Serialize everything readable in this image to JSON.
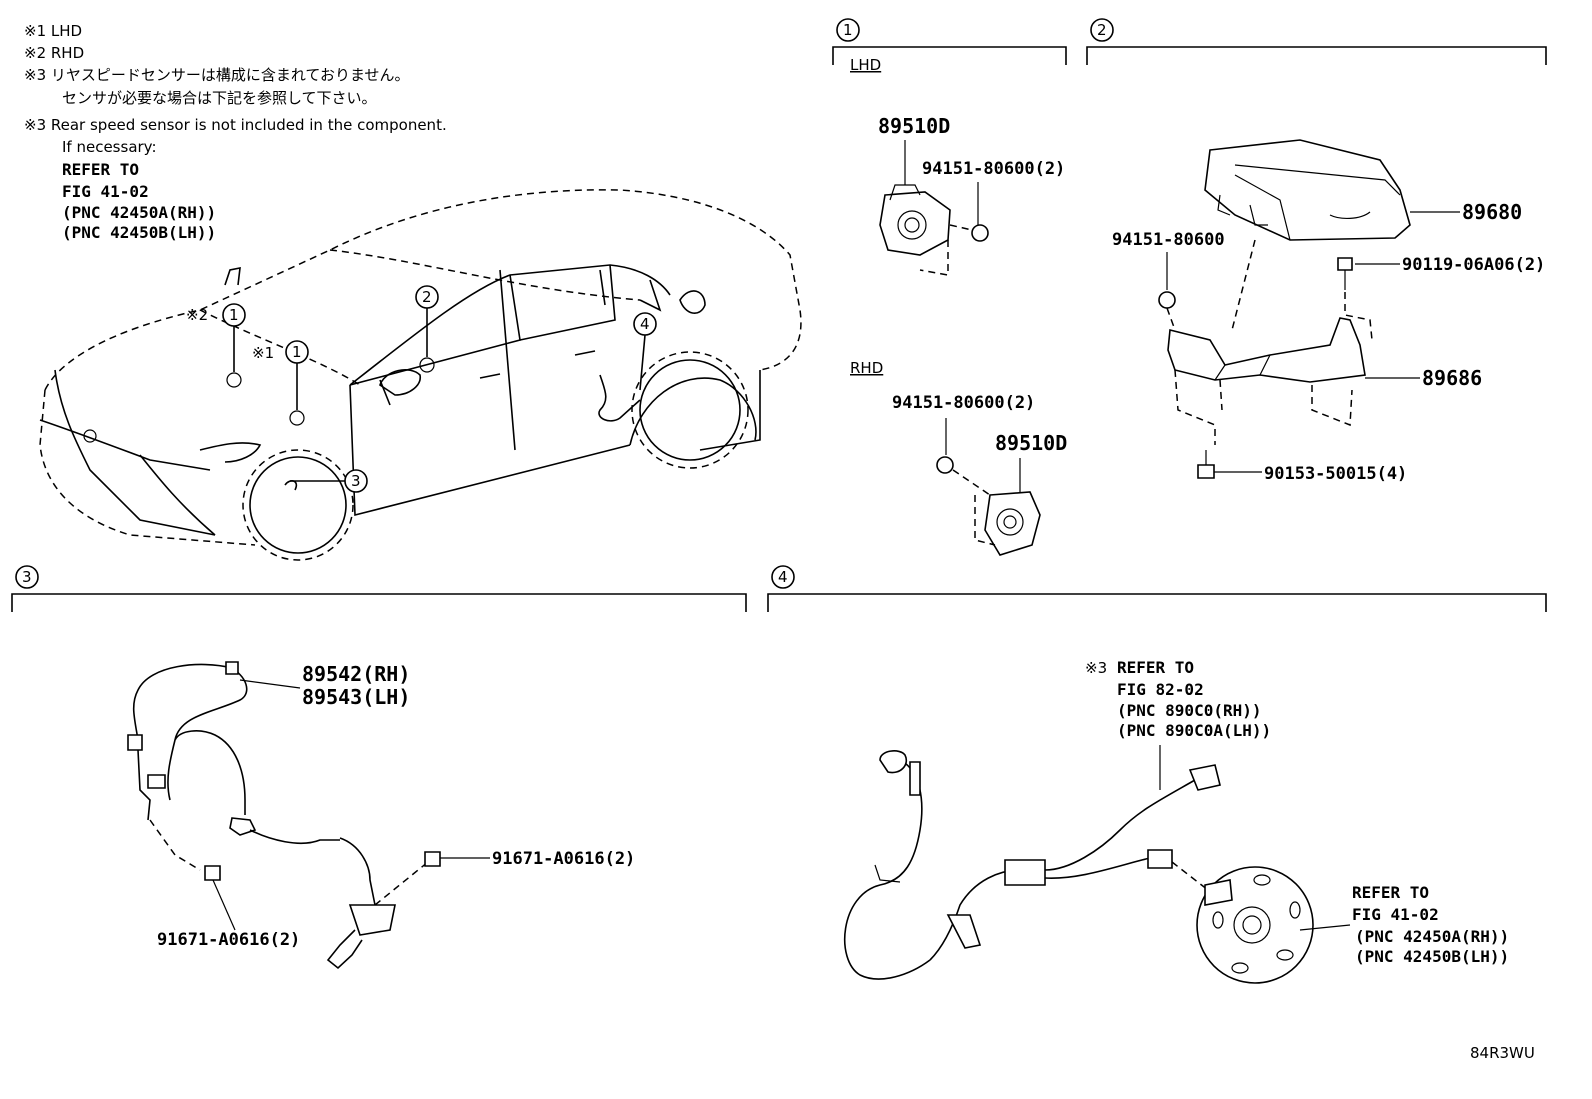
{
  "notes": {
    "n1": "※1 LHD",
    "n2": "※2 RHD",
    "n3_jp": "※3 リヤスピードセンサーは構成に含まれておりません。",
    "n3_jp2": "センサが必要な場合は下記を参照して下さい。",
    "n3_en": "※3 Rear speed sensor is not included in the component.",
    "n3_en2": "If necessary:",
    "refer_to": "REFER TO",
    "fig": "FIG 41-02",
    "pnc_a": "(PNC 42450A(RH))",
    "pnc_b": "(PNC 42450B(LH))"
  },
  "car_callouts": {
    "mark2": "※2",
    "mark1": "※1",
    "c1a": "1",
    "c1b": "1",
    "c2": "2",
    "c3": "3",
    "c4": "4"
  },
  "section1": {
    "num": "1",
    "lhd_label": "LHD",
    "rhd_label": "RHD",
    "part_lhd": "89510D",
    "bolt_lhd": "94151-80600(2)",
    "bolt_rhd": "94151-80600(2)",
    "part_rhd": "89510D"
  },
  "section2": {
    "num": "2",
    "ecu": "89680",
    "nut": "94151-80600",
    "bolt_top": "90119-06A06(2)",
    "bracket": "89686",
    "bolt_bottom": "90153-50015(4)"
  },
  "section3": {
    "num": "3",
    "sensor_rh": "89542(RH)",
    "sensor_lh": "89543(LH)",
    "bolt_right": "91671-A0616(2)",
    "bolt_left": "91671-A0616(2)"
  },
  "section4": {
    "num": "4",
    "mark": "※3",
    "refer_to": "REFER TO",
    "fig": "FIG 82-02",
    "pnc_a": "(PNC 890C0(RH))",
    "pnc_b": "(PNC 890C0A(LH))",
    "hub_refer": "REFER TO",
    "hub_fig": "FIG 41-02",
    "hub_pnc_a": "(PNC 42450A(RH))",
    "hub_pnc_b": "(PNC 42450B(LH))"
  },
  "figure_code": "84R3WU"
}
